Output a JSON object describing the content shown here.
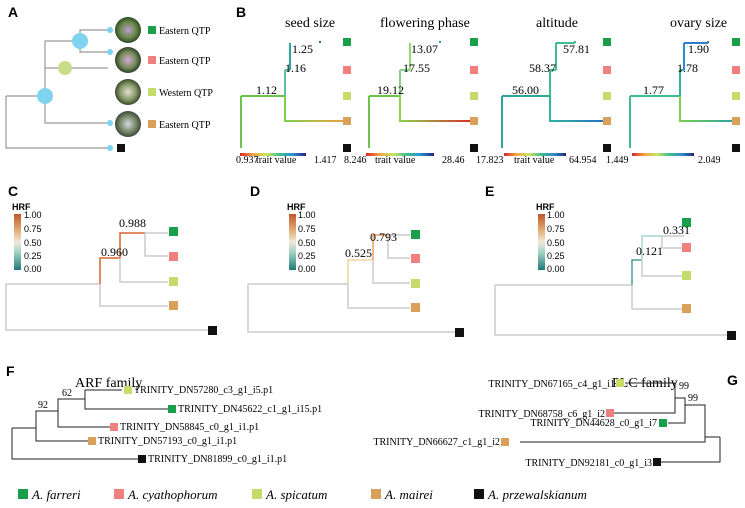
{
  "panels": {
    "a": "A",
    "b": "B",
    "c": "C",
    "d": "D",
    "e": "E",
    "f": "F",
    "g": "G"
  },
  "panel_a": {
    "labels": [
      "Eastern QTP",
      "Eastern QTP",
      "Western QTP",
      "Eastern QTP"
    ]
  },
  "panel_b": {
    "traits": [
      {
        "title": "seed size",
        "nodes": [
          "1.25",
          "1.16",
          "1.12"
        ],
        "min": "0.937",
        "max": "1.417",
        "axis": "trait value"
      },
      {
        "title": "flowering phase",
        "nodes": [
          "13.07",
          "17.55",
          "19.12"
        ],
        "min": "8.246",
        "max": "28.46",
        "axis": "trait value"
      },
      {
        "title": "altitude",
        "nodes": [
          "57.81",
          "58.37",
          "56.00"
        ],
        "min": "17.823",
        "max": "64.954",
        "axis": "trait value"
      },
      {
        "title": "ovary size",
        "nodes": [
          "1.90",
          "1.78",
          "1.77"
        ],
        "min": "1.449",
        "max": "2.049",
        "axis": ""
      }
    ]
  },
  "hrf": {
    "title": "HRF",
    "ticks": [
      "1.00",
      "0.75",
      "0.50",
      "0.25",
      "0.00"
    ],
    "c_nodes": [
      "0.988",
      "0.960"
    ],
    "d_nodes": [
      "0.793",
      "0.525"
    ],
    "e_nodes": [
      "0.331",
      "0.121"
    ]
  },
  "arf": {
    "title": "ARF family",
    "support": [
      "62",
      "92"
    ],
    "tips": [
      "TRINITY_DN57280_c3_g1_i5.p1",
      "TRINITY_DN45622_c1_g1_i15.p1",
      "TRINITY_DN58845_c0_g1_i1.p1",
      "TRINITY_DN57193_c0_g1_i1.p1",
      "TRINITY_DN81899_c0_g1_i1.p1"
    ]
  },
  "plc": {
    "title": "PLC family",
    "support": [
      "99",
      "99"
    ],
    "tips": [
      "TRINITY_DN67165_c4_g1_i1",
      "TRINITY_DN68758_c6_g1_i2",
      "TRINITY_DN44628_c0_g1_i7",
      "TRINITY_DN66627_c1_g1_i2",
      "TRINITY_DN92181_c0_g1_i3"
    ]
  },
  "legend": [
    {
      "name": "A. farreri",
      "color": "#1a9e4a"
    },
    {
      "name": "A. cyathophorum",
      "color": "#f08080"
    },
    {
      "name": "A. spicatum",
      "color": "#c5dc6a"
    },
    {
      "name": "A. mairei",
      "color": "#d9a05a"
    },
    {
      "name": "A. przewalskianum",
      "color": "#111111"
    }
  ],
  "colors": {
    "farreri": "#1a9e4a",
    "cyathophorum": "#f08080",
    "spicatum": "#c5dc6a",
    "mairei": "#d9a05a",
    "przewalskianum": "#111111",
    "node_blue": "#7fd3f0",
    "tree": "#999999"
  }
}
